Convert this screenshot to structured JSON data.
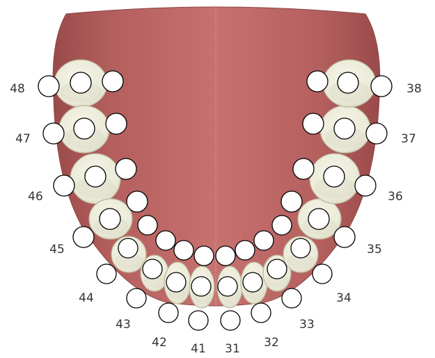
{
  "colors": {
    "background": "#ffffff",
    "gum": "#b5605f",
    "gum_edge": "#8e4544",
    "tooth": "#eeeddd",
    "tooth_shadow": "#d7d5bf",
    "marker_fill": "#ffffff",
    "marker_stroke": "#000000",
    "label": "#333333"
  },
  "teeth": [
    {
      "number": "48"
    },
    {
      "number": "47"
    },
    {
      "number": "46"
    },
    {
      "number": "45"
    },
    {
      "number": "44"
    },
    {
      "number": "43"
    },
    {
      "number": "42"
    },
    {
      "number": "41"
    },
    {
      "number": "31"
    },
    {
      "number": "32"
    },
    {
      "number": "33"
    },
    {
      "number": "34"
    },
    {
      "number": "35"
    },
    {
      "number": "36"
    },
    {
      "number": "37"
    },
    {
      "number": "38"
    }
  ]
}
